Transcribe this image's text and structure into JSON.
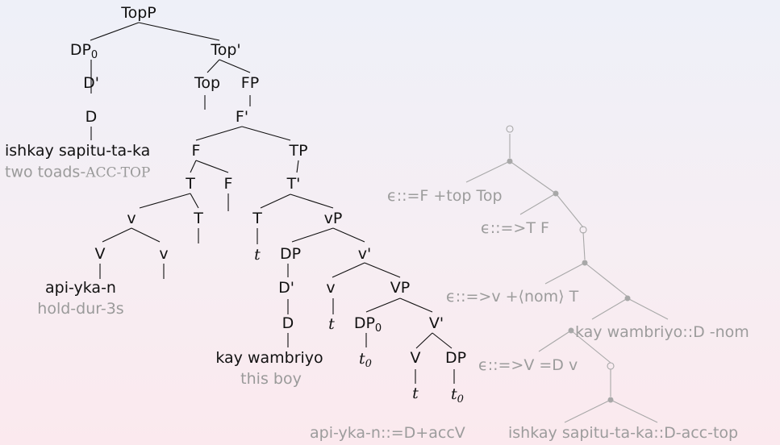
{
  "tree_left": {
    "nodes": {
      "topp": "TopP",
      "dp0_top": "DP",
      "dp0_top_sub": "0",
      "topbar": "Top'",
      "dbar_top": "D'",
      "top_head": "Top",
      "fp": "FP",
      "d_top": "D",
      "fbar": "F'",
      "ishkay": "ishkay sapitu-ta-ka",
      "ishkay_gloss_a": "two toads-",
      "ishkay_gloss_b": "ACC-TOP",
      "f_head_top": "F",
      "tp": "TP",
      "t_under_f": "T",
      "f_right": "F",
      "tbar": "T'",
      "v_small": "v",
      "t_head_inner": "T",
      "t_head_trace_label": "T",
      "vp_small": "vP",
      "V_big": "V",
      "v_head_inner": "v",
      "trace_t_1": "t",
      "dp_subj": "DP",
      "vbar_small": "v'",
      "apiykan": "api-yka-n",
      "apiykan_gloss": "hold-dur-3s",
      "dbar_subj": "D'",
      "v_head_2": "v",
      "VP_big": "VP",
      "d_subj": "D",
      "trace_t_2": "t",
      "dp0_obj": "DP",
      "dp0_obj_sub": "0",
      "Vbar": "V'",
      "kay": "kay wambriyo",
      "kay_gloss": "this boy",
      "trace_t0_1": "t",
      "trace_t0_1_sub": "0",
      "V_head_low": "V",
      "DP_low": "DP",
      "trace_t_3": "t",
      "trace_t0_2": "t",
      "trace_t0_2_sub": "0"
    }
  },
  "tree_right": {
    "nodes": {
      "eps_F": "ϵ::=F +top Top",
      "eps_T": "ϵ::=>T F",
      "eps_v": "ϵ::=>v +⟨nom⟩ T",
      "kay_lex": "kay wambriyo::D -nom",
      "eps_V": "ϵ::=>V =D v",
      "api_lex": "api-yka-n::=D+accV",
      "ishkay_lex": "ishkay sapitu-ta-ka::D-acc-top"
    }
  }
}
